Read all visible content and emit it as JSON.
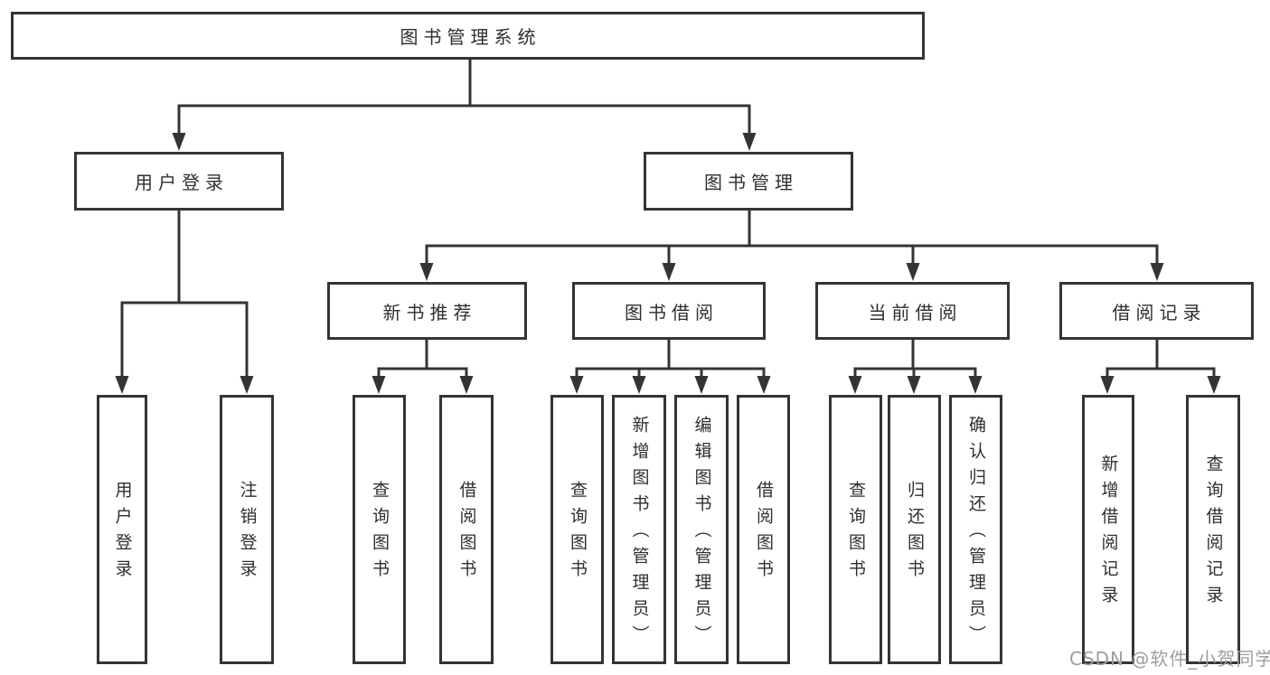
{
  "diagram_type": "hierarchy-tree",
  "tree": {
    "root": "图书管理系统",
    "children": [
      {
        "label": "用户登录",
        "children": [
          {
            "label": "用户登录"
          },
          {
            "label": "注销登录"
          }
        ]
      },
      {
        "label": "图书管理",
        "children": [
          {
            "label": "新书推荐",
            "children": [
              {
                "label": "查询图书"
              },
              {
                "label": "借阅图书"
              }
            ]
          },
          {
            "label": "图书借阅",
            "children": [
              {
                "label": "查询图书"
              },
              {
                "label": "新增图书（管理员）"
              },
              {
                "label": "编辑图书（管理员）"
              },
              {
                "label": "借阅图书"
              }
            ]
          },
          {
            "label": "当前借阅",
            "children": [
              {
                "label": "查询图书"
              },
              {
                "label": "归还图书"
              },
              {
                "label": "确认归还（管理员）"
              }
            ]
          },
          {
            "label": "借阅记录",
            "children": [
              {
                "label": "新增借阅记录"
              },
              {
                "label": "查询借阅记录"
              }
            ]
          }
        ]
      }
    ]
  },
  "watermark": {
    "text": "CSDN @软件_小贺同学"
  },
  "colors": {
    "line": "#343434",
    "text": "#2f2f2f",
    "background": "#ffffff",
    "watermark": "#9e9e9e"
  }
}
